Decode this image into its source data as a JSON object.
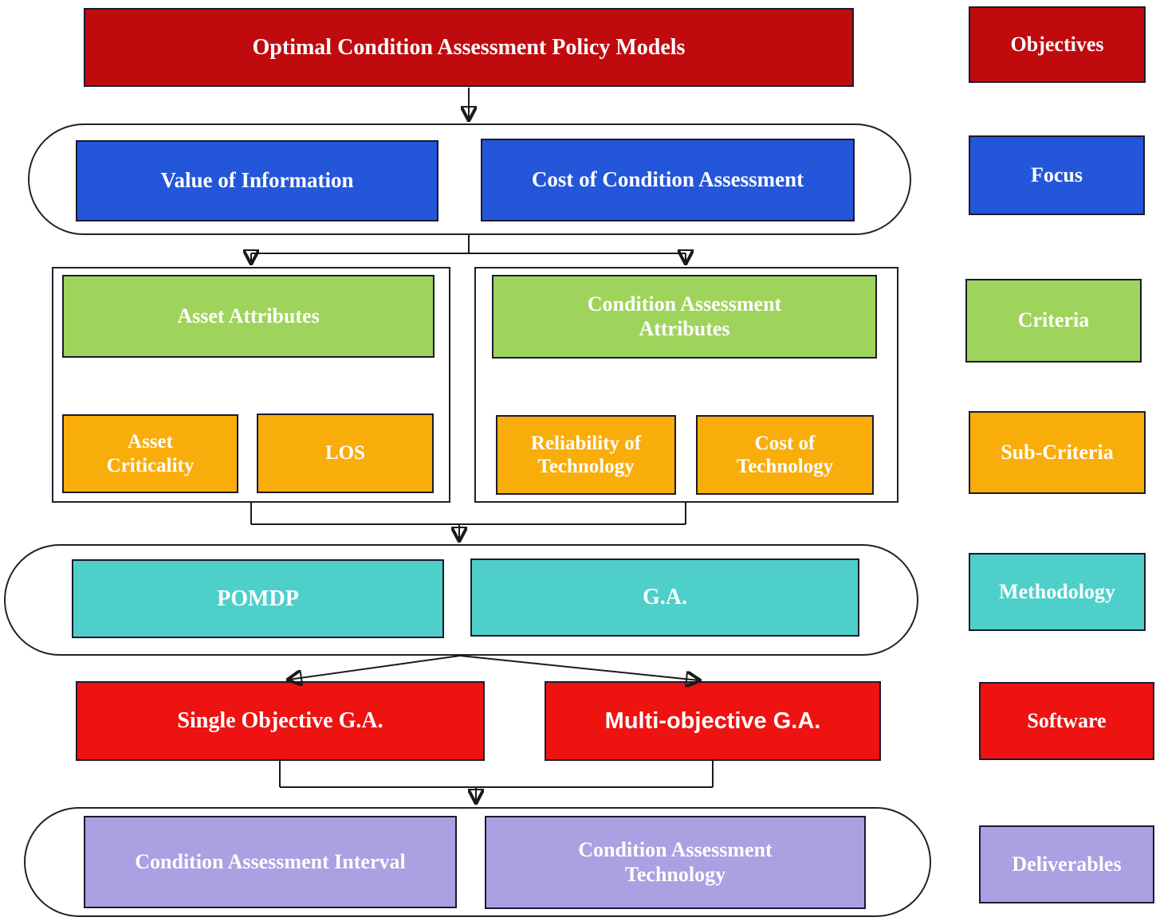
{
  "diagram": {
    "objectives": {
      "title": "Optimal Condition Assessment Policy Models"
    },
    "focus": {
      "items": [
        "Value of Information",
        "Cost of Condition Assessment"
      ]
    },
    "criteria": {
      "groups": [
        {
          "title": "Asset Attributes",
          "subcriteria": [
            "Asset Criticality",
            "LOS"
          ]
        },
        {
          "title": "Condition Assessment Attributes",
          "subcriteria": [
            "Reliability of Technology",
            "Cost of Technology"
          ]
        }
      ]
    },
    "methodology": {
      "items": [
        "POMDP",
        "G.A."
      ]
    },
    "software": {
      "items": [
        "Single Objective G.A.",
        "Multi-objective G.A."
      ]
    },
    "deliverables": {
      "items": [
        "Condition Assessment Interval",
        "Condition Assessment Technology"
      ]
    },
    "legend": {
      "items": [
        {
          "label": "Objectives",
          "color": "#c00b0e"
        },
        {
          "label": "Focus",
          "color": "#2356d9"
        },
        {
          "label": "Criteria",
          "color": "#9fd45c"
        },
        {
          "label": "Sub-Criteria",
          "color": "#f9ad0b"
        },
        {
          "label": "Methodology",
          "color": "#4ecfca"
        },
        {
          "label": "Software",
          "color": "#ee1211"
        },
        {
          "label": "Deliverables",
          "color": "#a9a1e1"
        }
      ]
    }
  }
}
